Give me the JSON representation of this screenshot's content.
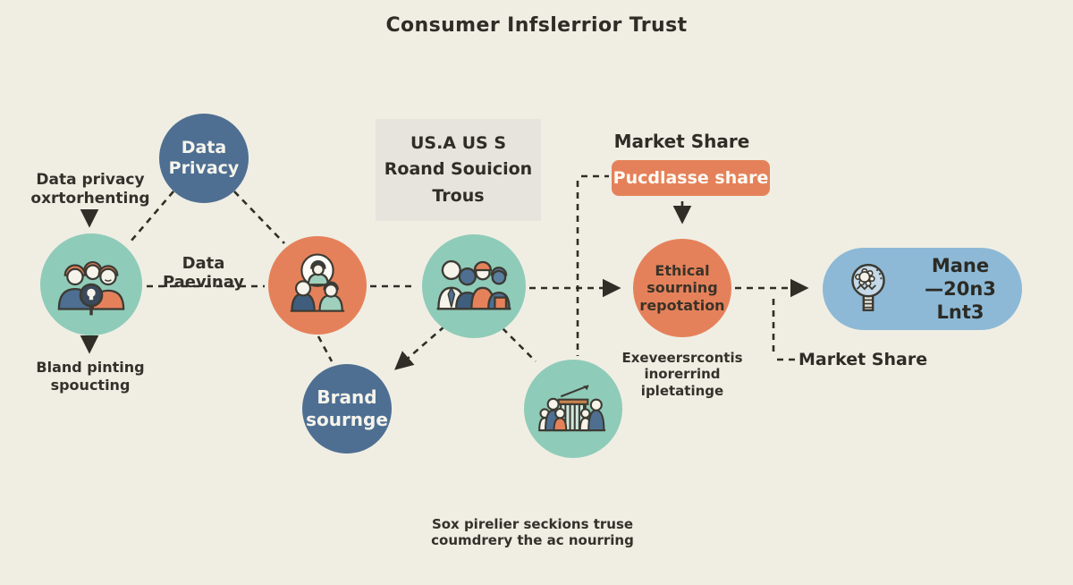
{
  "title": "Consumer Infslerrior Trust",
  "colors": {
    "background": "#f0eee3",
    "slate_blue": "#4e6f92",
    "teal": "#8fcbb9",
    "orange": "#e5815a",
    "pill_blue": "#8db9d6",
    "box_gray": "#e6e4dc",
    "text_dark": "#33312a",
    "text_light": "#f6f4ec"
  },
  "left_column": {
    "top_caption": {
      "lines": [
        "Data privacy",
        "oxrtorhenting"
      ]
    },
    "bottom_caption": {
      "lines": [
        "Bland pinting",
        "spoucting"
      ]
    }
  },
  "privacy_circle": {
    "lines": [
      "Data",
      "Privacy"
    ]
  },
  "customer_circle": {
    "icon": "customer-group-magnifier-icon"
  },
  "data_paevinay_label": "Data Paevinay",
  "community_circle": {
    "icon": "community-group-icon"
  },
  "survey_box": {
    "lines": [
      "US.A US S",
      "Roand Souicion",
      "Trous"
    ]
  },
  "consumers_circle": {
    "icon": "consumer-lineup-icon"
  },
  "market_share_heading": "Market Share",
  "purchase_share_box": {
    "label": "Pucdlasse share"
  },
  "ethical_circle": {
    "lines": [
      "Ethical",
      "sourning",
      "repotation"
    ]
  },
  "ethical_caption": {
    "lines": [
      "Exeveersrcontis",
      "inorerrind",
      "ipletatinge"
    ]
  },
  "brand_circle": {
    "lines": [
      "Brand",
      "sournge"
    ]
  },
  "growth_circle": {
    "icon": "people-bar-chart-icon"
  },
  "result_pill": {
    "icon": "magnifier-gear-icon",
    "lines": [
      "Mane",
      "—20n3",
      "Lnt3"
    ]
  },
  "market_share_label": "Market Share",
  "footer_caption": {
    "lines": [
      "Sox pirelier seckions truse",
      "coumdrery the ac nourring"
    ]
  }
}
